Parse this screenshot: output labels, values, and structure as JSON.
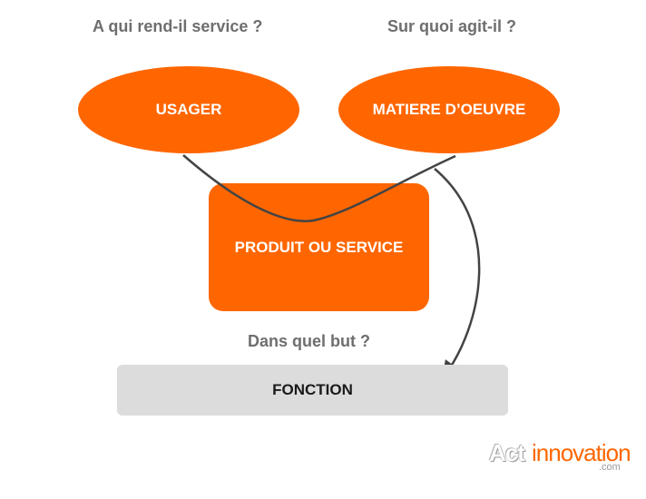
{
  "diagram": {
    "question_usager": "A qui rend-il service ?",
    "question_matiere": "Sur quoi agit-il ?",
    "question_but": "Dans quel but ?",
    "node_usager": "USAGER",
    "node_matiere": "MATIERE D’OEUVRE",
    "node_produit": "PRODUIT OU SERVICE",
    "node_fonction": "FONCTION"
  },
  "logo": {
    "part_act": "Act",
    "part_innovation": "innovation",
    "part_domain": ".com"
  },
  "colors": {
    "accent": "#ff6600",
    "function_box": "#dcdcdc",
    "question_text": "#6e6e6e",
    "connector": "#444444"
  }
}
